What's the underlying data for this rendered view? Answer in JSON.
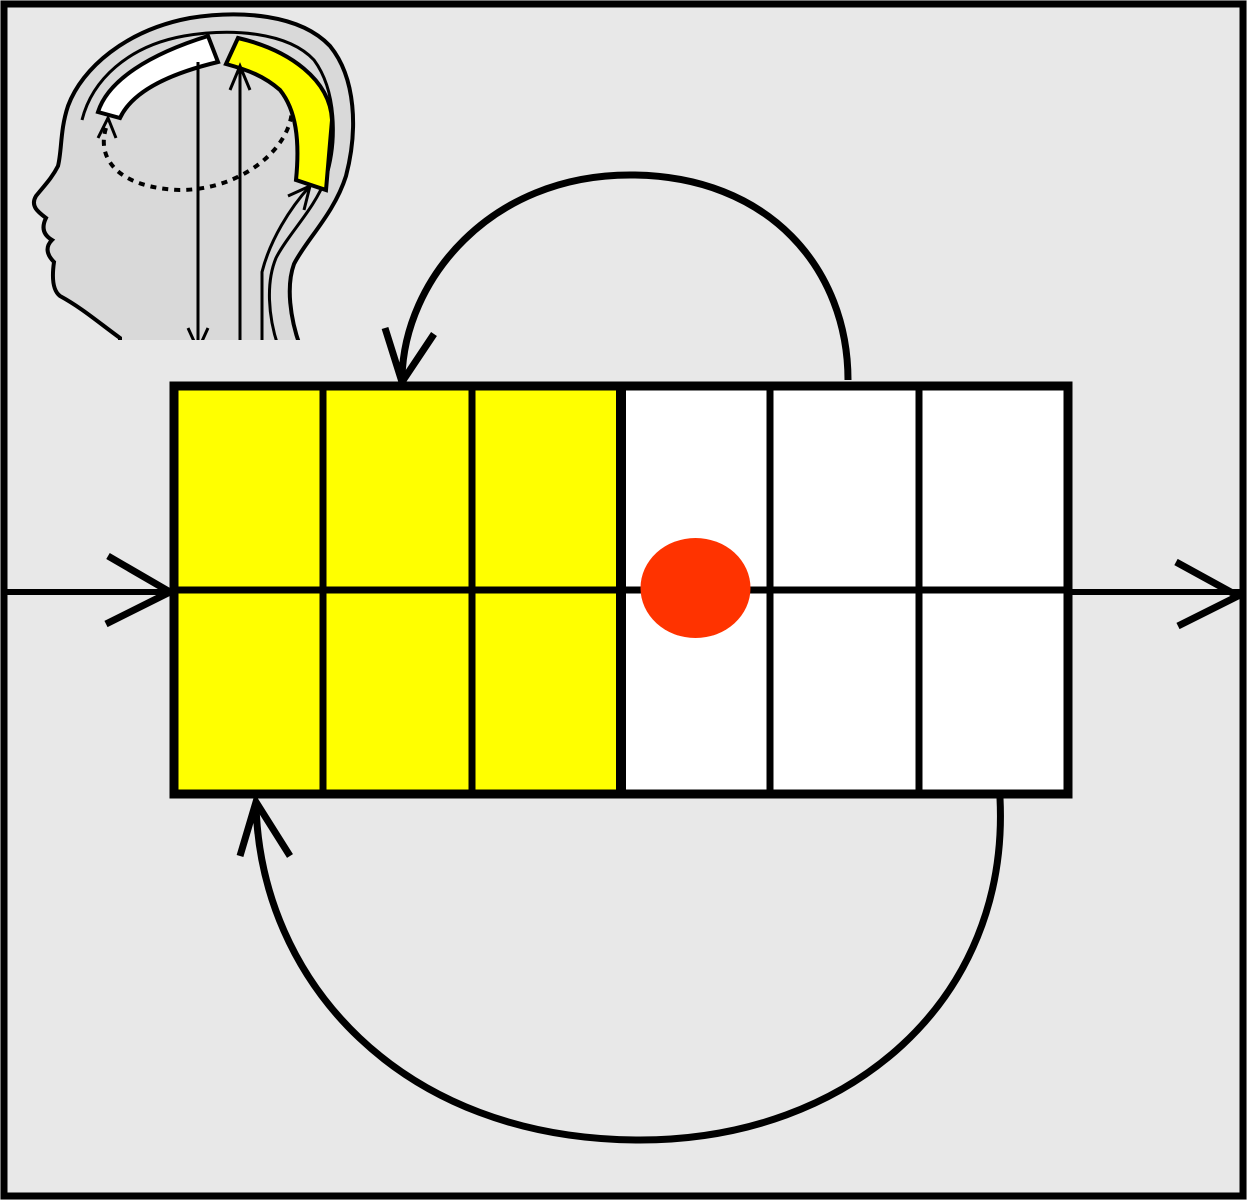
{
  "colors": {
    "background": "#e8e8e8",
    "stroke": "#000000",
    "active_region": "#ffff00",
    "inactive_region": "#ffffff",
    "focus_dot": "#ff3300",
    "head_fill": "#d9d9d9"
  },
  "grid": {
    "columns": 6,
    "rows": 2,
    "columns_highlighted": 3,
    "focus_cell": {
      "column": 4,
      "row_boundary": 1
    }
  },
  "icons": {
    "head": "head-profile-icon",
    "brain_region": "cortex-band-icon"
  }
}
